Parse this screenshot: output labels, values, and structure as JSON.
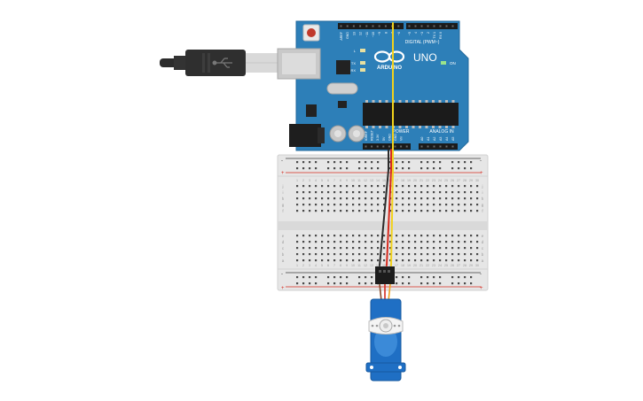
{
  "board": {
    "logo_text": "ARDUINO",
    "model_text": "UNO",
    "digital_label": "DIGITAL (PWM~)",
    "power_label": "POWER",
    "analog_label": "ANALOG IN",
    "on_led_label": "ON",
    "led_labels": [
      "L",
      "TX",
      "RX"
    ],
    "top_pin_labels": [
      "AREF",
      "GND",
      "13",
      "12",
      "~11",
      "~10",
      "~9",
      "8",
      "7",
      "~6",
      "~5",
      "4",
      "~3",
      "2",
      "TX 1",
      "RX 0"
    ],
    "power_pin_labels": [
      "IOREF",
      "RESET",
      "3.3V",
      "5V",
      "GND",
      "GND",
      "Vin"
    ],
    "analog_pin_labels": [
      "A0",
      "A1",
      "A2",
      "A3",
      "A4",
      "A5"
    ]
  },
  "breadboard": {
    "row_letters_top": [
      "j",
      "i",
      "h",
      "g",
      "f"
    ],
    "row_letters_bottom": [
      "e",
      "d",
      "c",
      "b",
      "a"
    ],
    "rail_signs": [
      "-",
      "+"
    ],
    "column_count": 30
  },
  "wires": {
    "signal_color": "#f2d21b",
    "power_color": "#d62a1e",
    "ground_color": "#2b2b2b"
  },
  "colors": {
    "board": "#2d7fb8",
    "board_dark": "#1f5f8e",
    "breadboard": "#e6e6e6",
    "servo": "#1f6fc4"
  }
}
